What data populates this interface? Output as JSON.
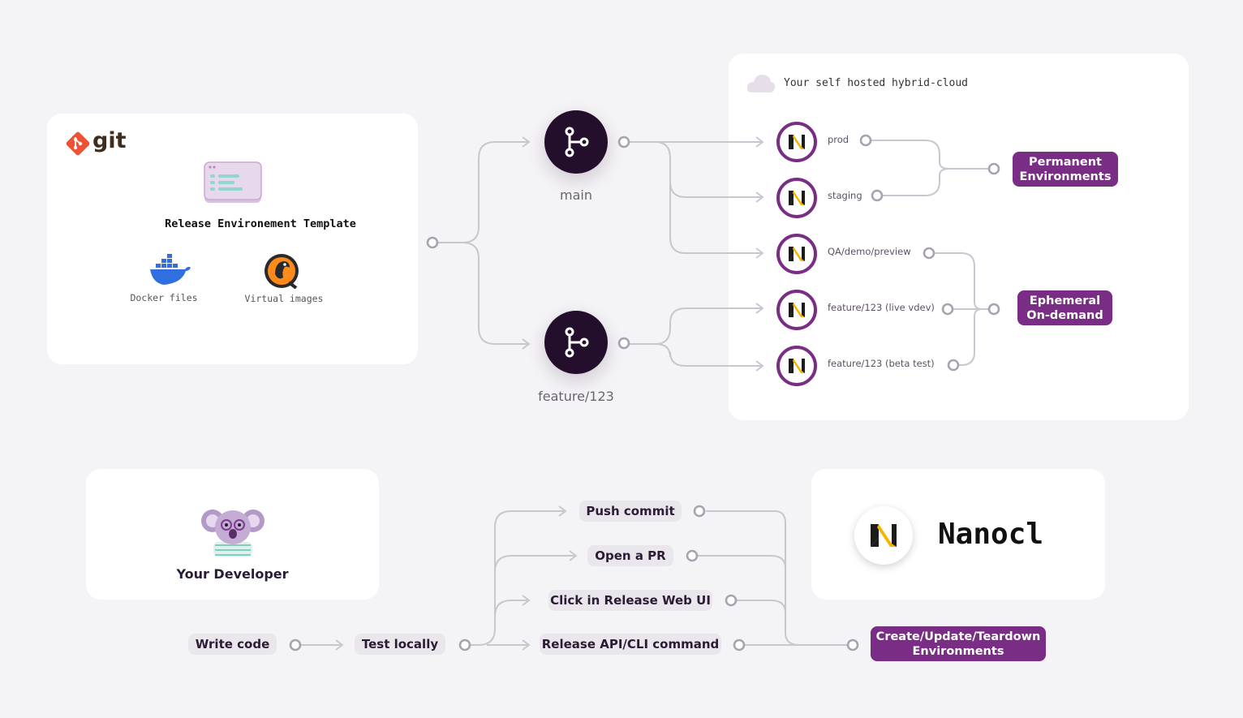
{
  "git_card": {
    "logo_text": "git",
    "template_title": "Release Environement Template",
    "docker_label": "Docker files",
    "vm_label": "Virtual images"
  },
  "branches": {
    "main_label": "main",
    "feature_label": "feature/123"
  },
  "cloud": {
    "title": "Your self hosted hybrid-cloud",
    "environments": [
      {
        "label": "prod"
      },
      {
        "label": "staging"
      },
      {
        "label": "QA/demo/preview"
      },
      {
        "label": "feature/123 (live vdev)"
      },
      {
        "label": "feature/123 (beta test)"
      }
    ],
    "permanent_tag": "Permanent\nEnvironments",
    "ephemeral_tag": "Ephemeral\nOn-demand"
  },
  "developer": {
    "label": "Your Developer"
  },
  "flow": {
    "write_code": "Write code",
    "test_locally": "Test locally",
    "actions": [
      "Push commit",
      "Open a PR",
      "Click in Release Web UI",
      "Release API/CLI command"
    ],
    "result_tag": "Create/Update/Teardown\nEnvironments"
  },
  "nanocl": {
    "name": "Nanocl"
  },
  "colors": {
    "accent": "#7a2d84",
    "dark_node": "#230f2b",
    "connector": "#c9c3cf",
    "git_orange": "#f05133",
    "docker_blue": "#2f6fe0"
  }
}
